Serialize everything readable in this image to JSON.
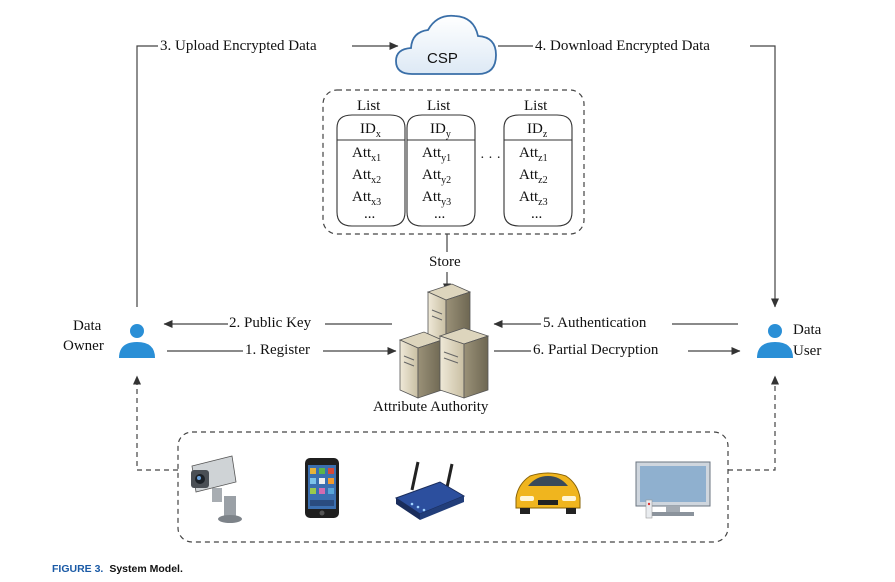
{
  "cloud": {
    "label": "CSP"
  },
  "flows": {
    "upload": "3. Upload Encrypted Data",
    "download": "4. Download Encrypted  Data",
    "public_key": "2. Public Key",
    "register": "1. Register",
    "authentication": "5. Authentication",
    "partial_decryption": "6. Partial Decryption",
    "store": "Store"
  },
  "actors": {
    "owner_line1": "Data",
    "owner_line2": "Owner",
    "user_line1": "Data",
    "user_line2": "User",
    "authority": "Attribute Authority"
  },
  "lists": [
    {
      "header": "List",
      "id_base": "ID",
      "id_sub": "x",
      "atts": [
        {
          "base": "Att",
          "sub": "x1"
        },
        {
          "base": "Att",
          "sub": "x2"
        },
        {
          "base": "Att",
          "sub": "x3"
        }
      ],
      "more": "..."
    },
    {
      "header": "List",
      "id_base": "ID",
      "id_sub": "y",
      "atts": [
        {
          "base": "Att",
          "sub": "y1"
        },
        {
          "base": "Att",
          "sub": "y2"
        },
        {
          "base": "Att",
          "sub": "y3"
        }
      ],
      "more": "..."
    },
    {
      "header": "List",
      "id_base": "ID",
      "id_sub": "z",
      "atts": [
        {
          "base": "Att",
          "sub": "z1"
        },
        {
          "base": "Att",
          "sub": "z2"
        },
        {
          "base": "Att",
          "sub": "z3"
        }
      ],
      "more": "..."
    }
  ],
  "lists_ellipsis": "· · ·",
  "devices": [
    "camera-icon",
    "smartphone-icon",
    "router-icon",
    "car-icon",
    "tv-icon"
  ],
  "caption": {
    "figure": "FIGURE 3.",
    "title": "System Model."
  },
  "colors": {
    "person": "#2a8fd6",
    "caption_accent": "#1a5aa6",
    "line": "#333333"
  }
}
